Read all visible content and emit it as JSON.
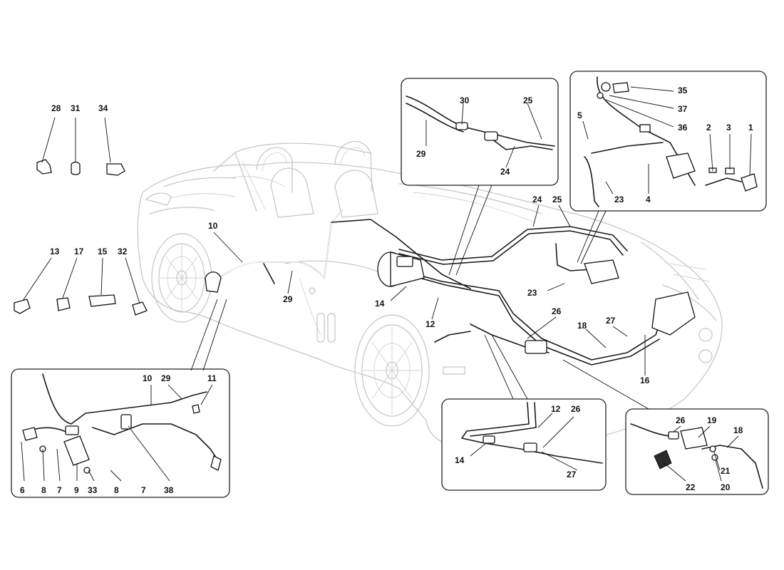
{
  "callouts": {
    "left_clips": [
      "28",
      "31",
      "34"
    ],
    "mid_clips": [
      "13",
      "17",
      "15",
      "32"
    ],
    "car_body": [
      "10",
      "29",
      "14",
      "12",
      "26",
      "18",
      "27",
      "16",
      "24",
      "25",
      "23"
    ],
    "inset_top_center": [
      "30",
      "25",
      "29",
      "24"
    ],
    "inset_top_right": [
      "35",
      "37",
      "5",
      "36",
      "2",
      "3",
      "1",
      "23",
      "4"
    ],
    "inset_bottom_left": [
      "10",
      "29",
      "11",
      "6",
      "8",
      "7",
      "9",
      "33",
      "8",
      "7",
      "38"
    ],
    "inset_bottom_center": [
      "12",
      "26",
      "14",
      "27"
    ],
    "inset_bottom_right": [
      "26",
      "19",
      "18",
      "21",
      "22",
      "20"
    ]
  },
  "colors": {
    "outline": "#c4c4c4",
    "pipe": "#1a1a1a",
    "label": "#111111"
  }
}
